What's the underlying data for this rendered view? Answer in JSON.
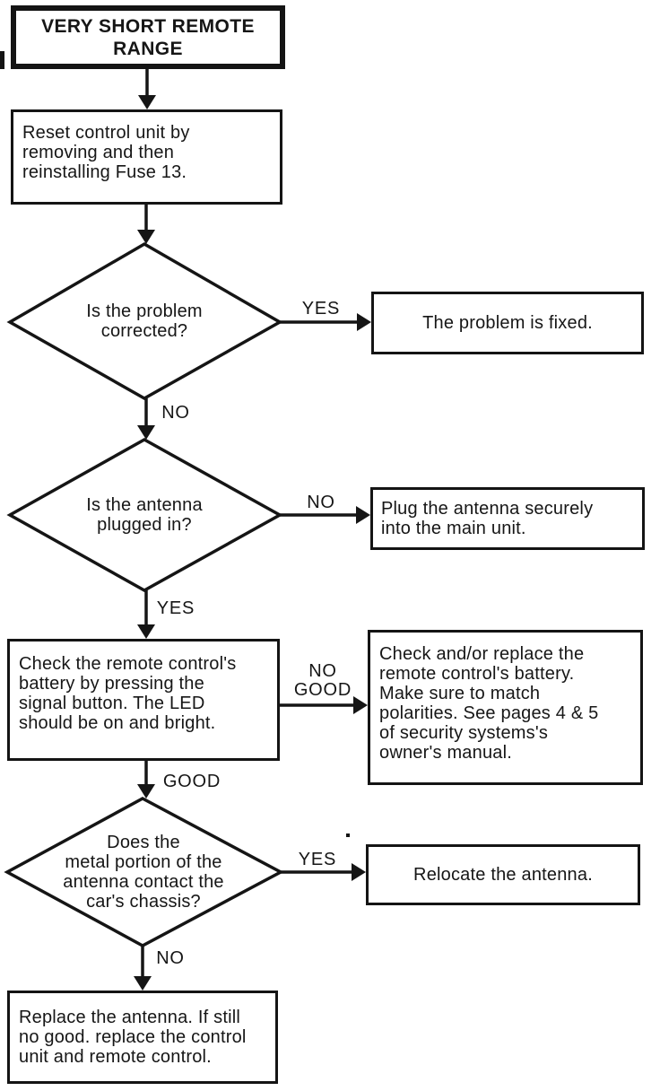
{
  "theme": {
    "ink": "#161616",
    "background": "#ffffff"
  },
  "flowchart": {
    "start": {
      "label": "VERY SHORT REMOTE\nRANGE"
    },
    "step_reset": {
      "text": "Reset control unit by\nremoving and then\nreinstalling Fuse 13."
    },
    "decision_problem": {
      "text": "Is the problem\ncorrected?",
      "yes_label": "YES",
      "no_label": "NO"
    },
    "result_fixed": {
      "text": "The problem is fixed."
    },
    "decision_antenna": {
      "text": "Is the antenna\nplugged in?",
      "no_label": "NO",
      "yes_label": "YES"
    },
    "action_plug": {
      "text": "Plug the antenna securely\ninto the main unit."
    },
    "step_battery": {
      "text": "Check the remote control's\nbattery by pressing the\nsignal button. The LED\nshould be on and bright.",
      "no_good_label": "NO\nGOOD",
      "good_label": "GOOD"
    },
    "action_replace_battery": {
      "text": "Check and/or replace the\nremote control's battery.\nMake sure to match\npolarities. See pages 4 & 5\nof security systems's\nowner's manual."
    },
    "decision_chassis": {
      "text": "Does the\nmetal portion of the\nantenna contact the\ncar's chassis?",
      "yes_label": "YES",
      "no_label": "NO"
    },
    "action_relocate": {
      "text": "Relocate the antenna."
    },
    "action_replace_antenna": {
      "text": "Replace the antenna. If still\nno good. replace the control\nunit and remote control."
    }
  }
}
